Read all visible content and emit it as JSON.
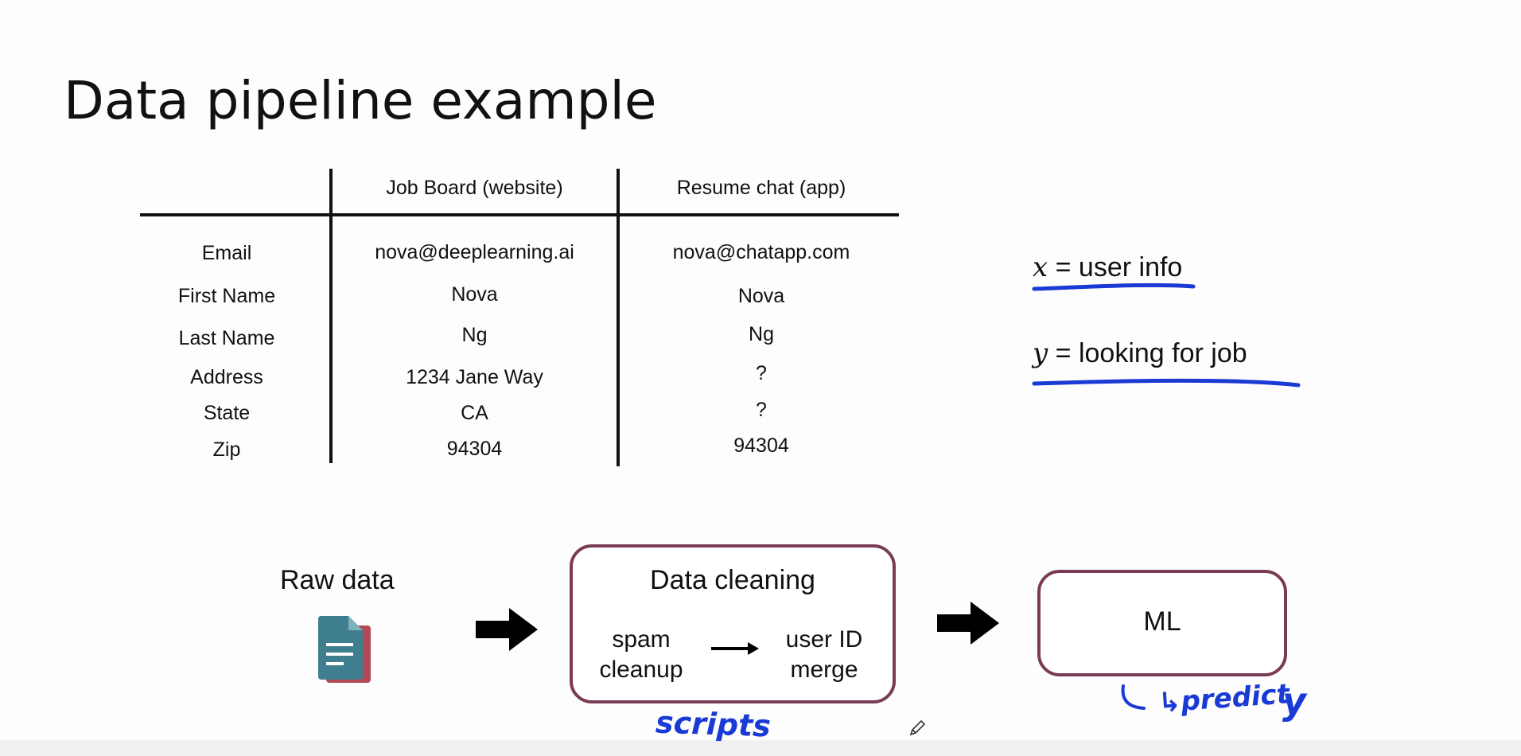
{
  "slide": {
    "title": "Data pipeline example"
  },
  "table": {
    "headers": [
      "Job Board (website)",
      "Resume chat (app)"
    ],
    "rows": [
      {
        "label": "Email",
        "job_board": "nova@deeplearning.ai",
        "resume_chat": "nova@chatapp.com"
      },
      {
        "label": "First Name",
        "job_board": "Nova",
        "resume_chat": "Nova"
      },
      {
        "label": "Last Name",
        "job_board": "Ng",
        "resume_chat": "Ng"
      },
      {
        "label": "Address",
        "job_board": "1234 Jane Way",
        "resume_chat": "?"
      },
      {
        "label": "State",
        "job_board": "CA",
        "resume_chat": "?"
      },
      {
        "label": "Zip",
        "job_board": "94304",
        "resume_chat": "94304"
      }
    ]
  },
  "definitions": {
    "x_var": "x",
    "x_text": " = user info",
    "y_var": "y",
    "y_text": " = looking for job"
  },
  "pipeline": {
    "raw_data_label": "Raw data",
    "data_cleaning_title": "Data cleaning",
    "step_spam_line1": "spam",
    "step_spam_line2": "cleanup",
    "step_merge_line1": "user ID",
    "step_merge_line2": "merge",
    "ml_label": "ML"
  },
  "handwriting": {
    "scripts": "scripts",
    "predict": "↳predict",
    "y": "y"
  },
  "colors": {
    "box_border": "#7b3b56",
    "ink_blue": "#1a3ad6",
    "doc_front": "#3f7e8e",
    "doc_back": "#b24a5a"
  },
  "icons": {
    "document": "document-stack-icon",
    "arrow": "right-arrow-icon",
    "pencil": "pencil-cursor-icon"
  }
}
